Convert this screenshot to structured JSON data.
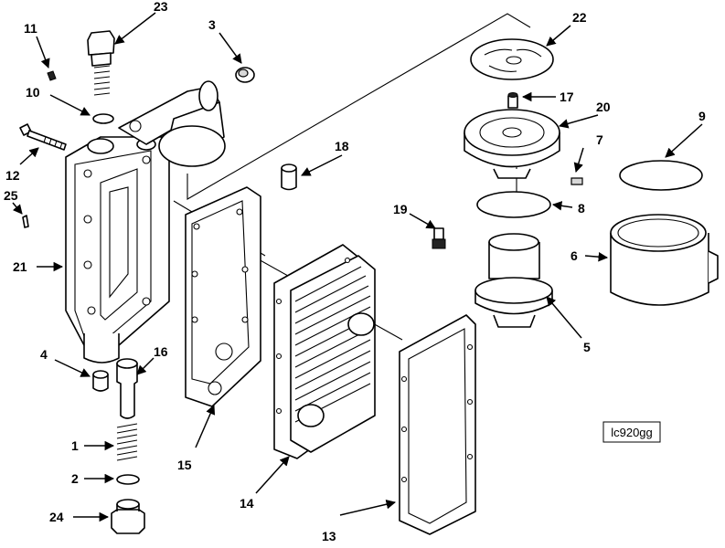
{
  "reference_code": "lc920gg",
  "callouts": [
    {
      "id": "c1",
      "text": "1"
    },
    {
      "id": "c2",
      "text": "2"
    },
    {
      "id": "c3",
      "text": "3"
    },
    {
      "id": "c4",
      "text": "4"
    },
    {
      "id": "c5",
      "text": "5"
    },
    {
      "id": "c6",
      "text": "6"
    },
    {
      "id": "c7",
      "text": "7"
    },
    {
      "id": "c8",
      "text": "8"
    },
    {
      "id": "c9",
      "text": "9"
    },
    {
      "id": "c10",
      "text": "10"
    },
    {
      "id": "c11",
      "text": "11"
    },
    {
      "id": "c12",
      "text": "12"
    },
    {
      "id": "c13",
      "text": "13"
    },
    {
      "id": "c14",
      "text": "14"
    },
    {
      "id": "c15",
      "text": "15"
    },
    {
      "id": "c16",
      "text": "16"
    },
    {
      "id": "c17",
      "text": "17"
    },
    {
      "id": "c18",
      "text": "18"
    },
    {
      "id": "c19",
      "text": "19"
    },
    {
      "id": "c20",
      "text": "20"
    },
    {
      "id": "c21",
      "text": "21"
    },
    {
      "id": "c22",
      "text": "22"
    },
    {
      "id": "c23",
      "text": "23"
    },
    {
      "id": "c24",
      "text": "24"
    },
    {
      "id": "c25",
      "text": "25"
    }
  ]
}
